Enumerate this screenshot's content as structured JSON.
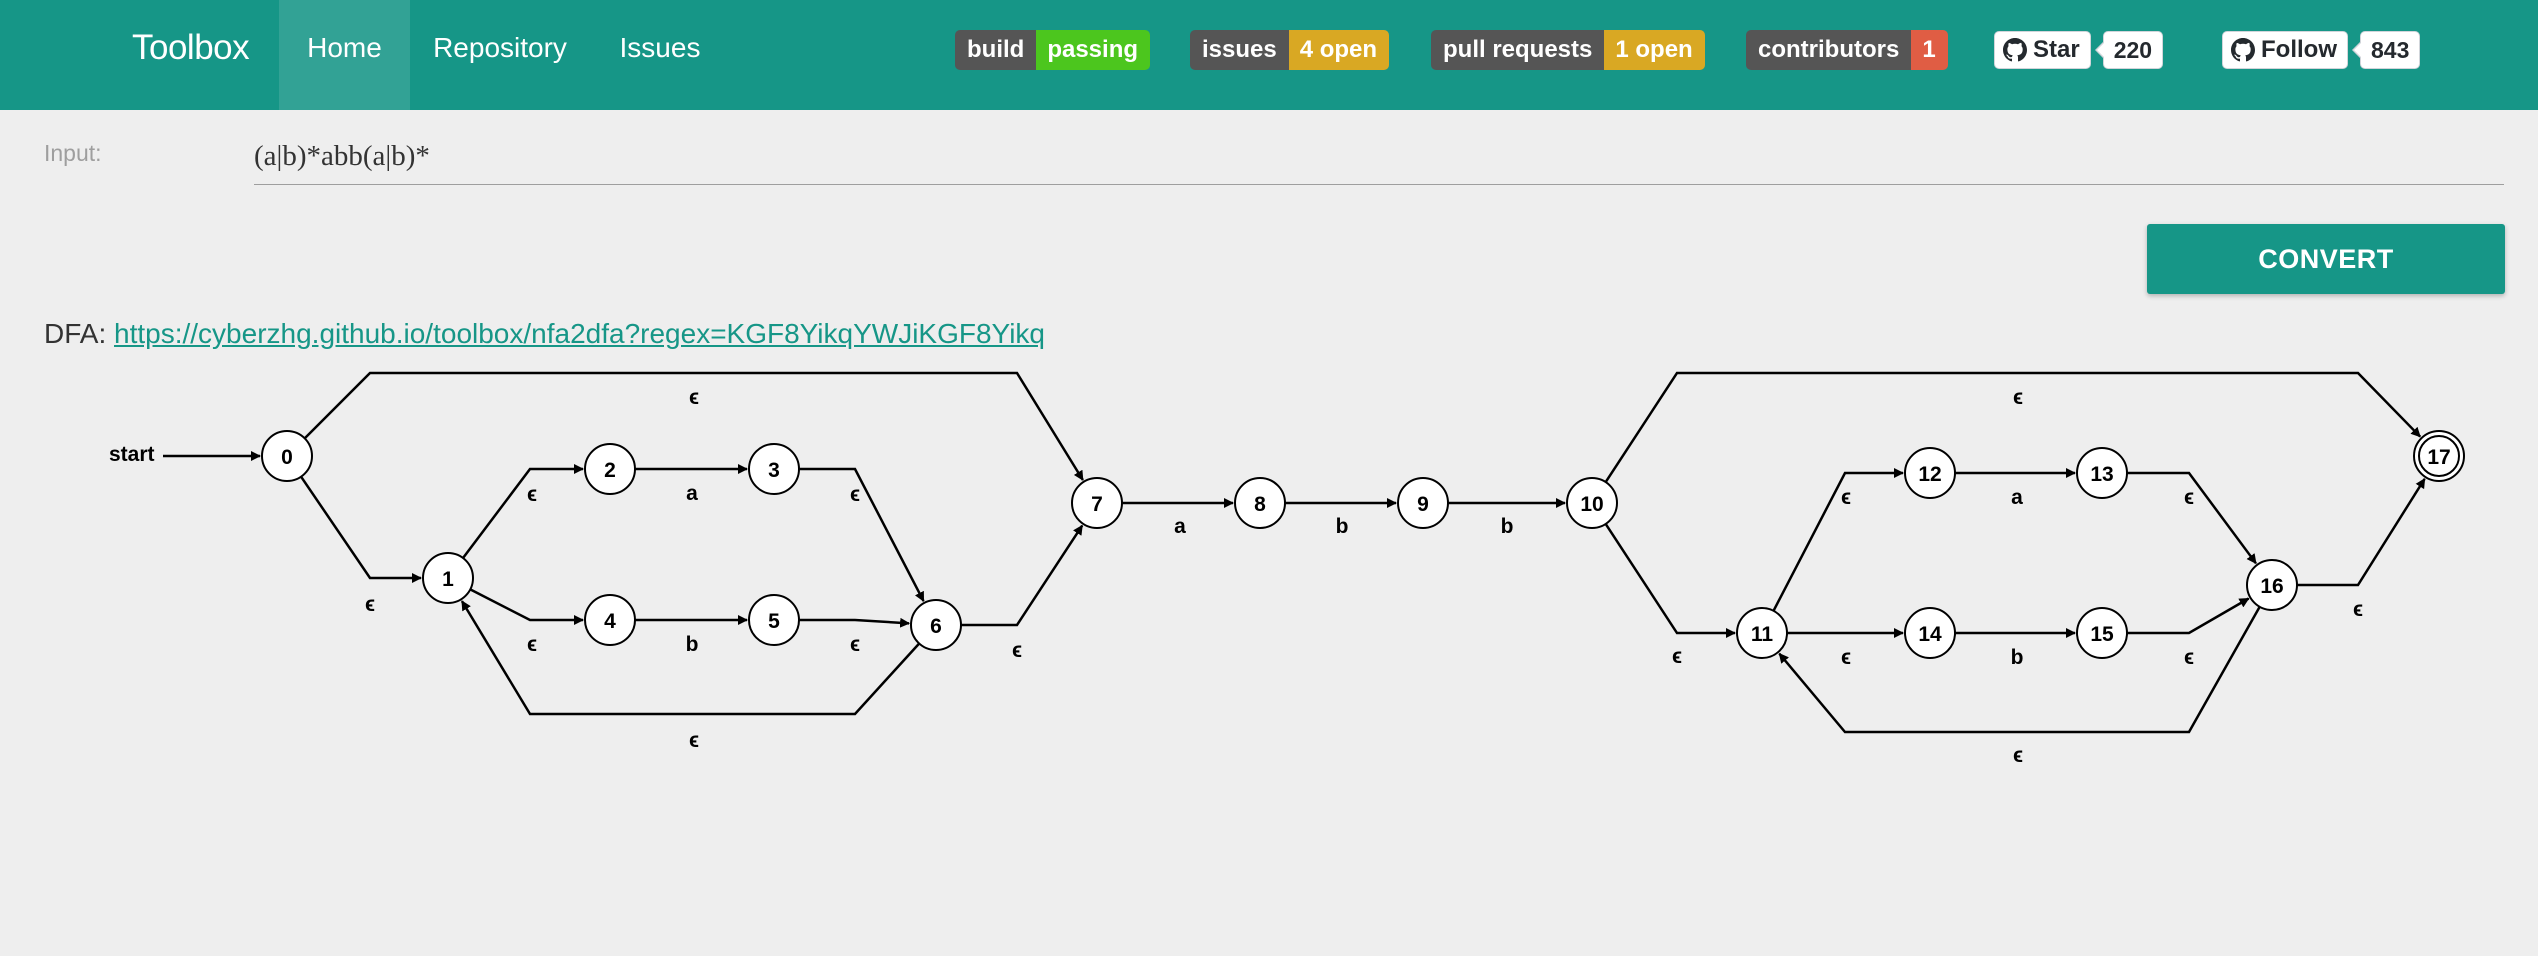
{
  "navbar": {
    "brand": "Toolbox",
    "links": [
      {
        "label": "Home",
        "active": true
      },
      {
        "label": "Repository",
        "active": false
      },
      {
        "label": "Issues",
        "active": false
      }
    ],
    "badges": [
      {
        "label": "build",
        "value": "passing",
        "color": "#4cc61e"
      },
      {
        "label": "issues",
        "value": "4 open",
        "color": "#d9a823"
      },
      {
        "label": "pull requests",
        "value": "1 open",
        "color": "#d9a823"
      },
      {
        "label": "contributors",
        "value": "1",
        "color": "#e05d44"
      }
    ],
    "github": {
      "star_label": "Star",
      "star_count": "220",
      "follow_label": "Follow",
      "follow_count": "843"
    }
  },
  "form": {
    "input_label": "Input:",
    "input_value": "(a|b)*abb(a|b)*",
    "convert_label": "CONVERT"
  },
  "dfa": {
    "prefix": "DFA:",
    "url": "https://cyberzhg.github.io/toolbox/nfa2dfa?regex=KGF8YikqYWJiKGF8Yikq"
  },
  "nfa": {
    "start_label": "start",
    "epsilon": "ϵ",
    "states": [
      "0",
      "1",
      "2",
      "3",
      "4",
      "5",
      "6",
      "7",
      "8",
      "9",
      "10",
      "11",
      "12",
      "13",
      "14",
      "15",
      "16",
      "17"
    ],
    "accepting": [
      "17"
    ],
    "transitions": [
      {
        "from": "0",
        "to": "7",
        "label": "ϵ"
      },
      {
        "from": "0",
        "to": "1",
        "label": "ϵ"
      },
      {
        "from": "1",
        "to": "2",
        "label": "ϵ"
      },
      {
        "from": "2",
        "to": "3",
        "label": "a"
      },
      {
        "from": "3",
        "to": "6",
        "label": "ϵ"
      },
      {
        "from": "1",
        "to": "4",
        "label": "ϵ"
      },
      {
        "from": "4",
        "to": "5",
        "label": "b"
      },
      {
        "from": "5",
        "to": "6",
        "label": "ϵ"
      },
      {
        "from": "6",
        "to": "1",
        "label": "ϵ"
      },
      {
        "from": "6",
        "to": "7",
        "label": "ϵ"
      },
      {
        "from": "7",
        "to": "8",
        "label": "a"
      },
      {
        "from": "8",
        "to": "9",
        "label": "b"
      },
      {
        "from": "9",
        "to": "10",
        "label": "b"
      },
      {
        "from": "10",
        "to": "17",
        "label": "ϵ"
      },
      {
        "from": "10",
        "to": "11",
        "label": "ϵ"
      },
      {
        "from": "11",
        "to": "12",
        "label": "ϵ"
      },
      {
        "from": "12",
        "to": "13",
        "label": "a"
      },
      {
        "from": "13",
        "to": "16",
        "label": "ϵ"
      },
      {
        "from": "11",
        "to": "14",
        "label": "ϵ"
      },
      {
        "from": "14",
        "to": "15",
        "label": "b"
      },
      {
        "from": "15",
        "to": "16",
        "label": "ϵ"
      },
      {
        "from": "16",
        "to": "11",
        "label": "ϵ"
      },
      {
        "from": "16",
        "to": "17",
        "label": "ϵ"
      }
    ]
  }
}
